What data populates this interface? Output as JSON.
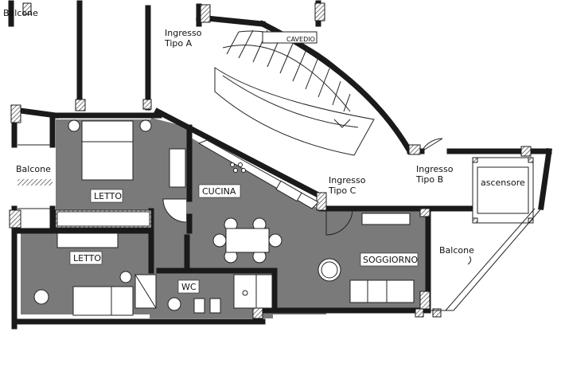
{
  "labels": {
    "balcone_left": "Balcone",
    "balcone_left_top": "Balcone",
    "ingresso_a_line1": "Ingresso",
    "ingresso_a_line2": "Tipo A",
    "cavedio": "CAVEDIO",
    "ingresso_b_line1": "Ingresso",
    "ingresso_b_line2": "Tipo B",
    "ingresso_c_line1": "Ingresso",
    "ingresso_c_line2": "Tipo C",
    "ascensore": "ascensore",
    "balcone_right": "Balcone",
    "letto_upper": "LETTO",
    "letto_lower": "LETTO",
    "cucina": "CUCINA",
    "wc": "WC",
    "soggiorno": "SOGGIORNO"
  },
  "colors": {
    "floor_dark": "#7a7a7a",
    "wall": "#1a1a1a",
    "hatch": "#444444",
    "furniture": "#ffffff",
    "line": "#222222"
  }
}
